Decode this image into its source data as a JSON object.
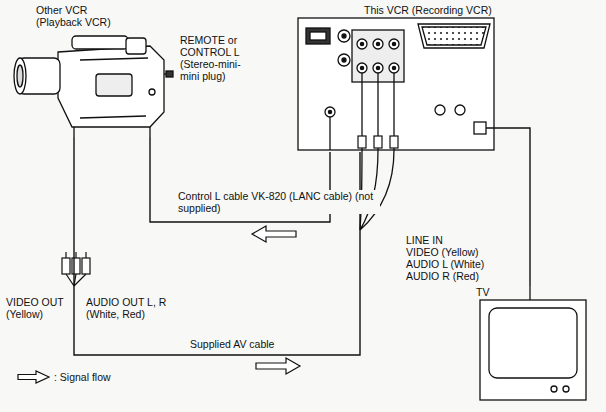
{
  "diagram": {
    "nodes": [
      {
        "text": [
          "Other VCR (Playback VCR)"
        ]
      },
      {
        "text": [
          "This VCR (Recording VCR)"
        ]
      },
      {
        "text": [
          "TV"
        ]
      }
    ],
    "edges": [
      {
        "from": 1,
        "to": 0,
        "arrow": "none",
        "label": "Control L cable VK-820 (LANC cable) (not supplied)"
      },
      {
        "from": 0,
        "to": 1,
        "arrow": "none",
        "label": "Supplied AV cable"
      },
      {
        "from": 1,
        "to": 2,
        "arrow": "none"
      }
    ],
    "labels": [
      "REMOTE or CONTROL L (Stereo-mini-mini plug)",
      "LINE IN",
      "VIDEO (Yellow)",
      "AUDIO L (White)",
      "AUDIO R (Red)",
      "VIDEO OUT (Yellow)",
      "AUDIO OUT L, R (White, Red)"
    ],
    "legend": [
      {
        "text": ": Signal flow"
      }
    ]
  }
}
